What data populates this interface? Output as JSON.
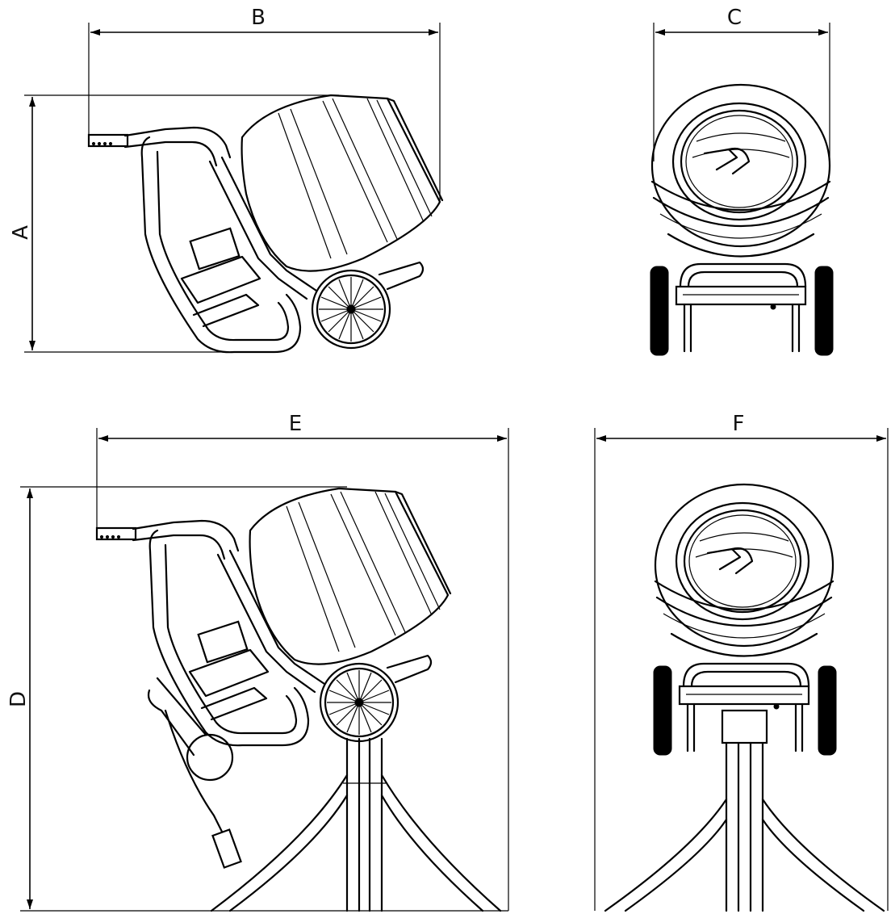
{
  "diagram": {
    "dimension_labels": {
      "a": "A",
      "b": "B",
      "c": "C",
      "d": "D",
      "e": "E",
      "f": "F"
    },
    "line_color": "#000000",
    "background": "#ffffff"
  }
}
